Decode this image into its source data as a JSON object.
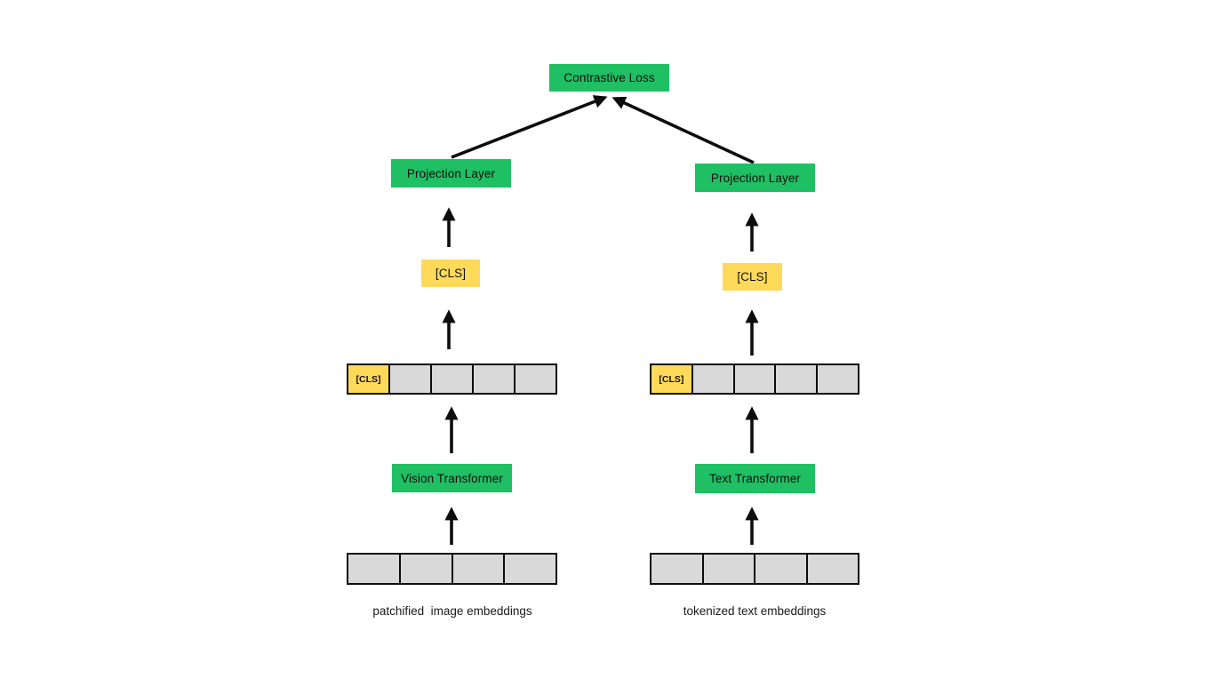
{
  "diagram_description": "CLIP-style contrastive pretraining architecture diagram",
  "colors": {
    "green": "#1fbf63",
    "yellow": "#ffd95a",
    "cell_gray": "#d9d9d9",
    "border": "#0d0d0d",
    "arrow": "#0d0d0d",
    "background": "#ffffff"
  },
  "nodes": {
    "contrastive_loss": "Contrastive Loss",
    "projection_layer_left": "Projection Layer",
    "projection_layer_right": "Projection Layer",
    "cls_left": "[CLS]",
    "cls_right": "[CLS]",
    "vision_transformer": "Vision Transformer",
    "text_transformer": "Text Transformer",
    "token_row_left_cls": "[CLS]",
    "token_row_right_cls": "[CLS]"
  },
  "captions": {
    "left": "patchified  image embeddings",
    "right": "tokenized text embeddings"
  },
  "structure": {
    "token_row_cell_count": 5,
    "embedding_row_cell_count": 4
  }
}
